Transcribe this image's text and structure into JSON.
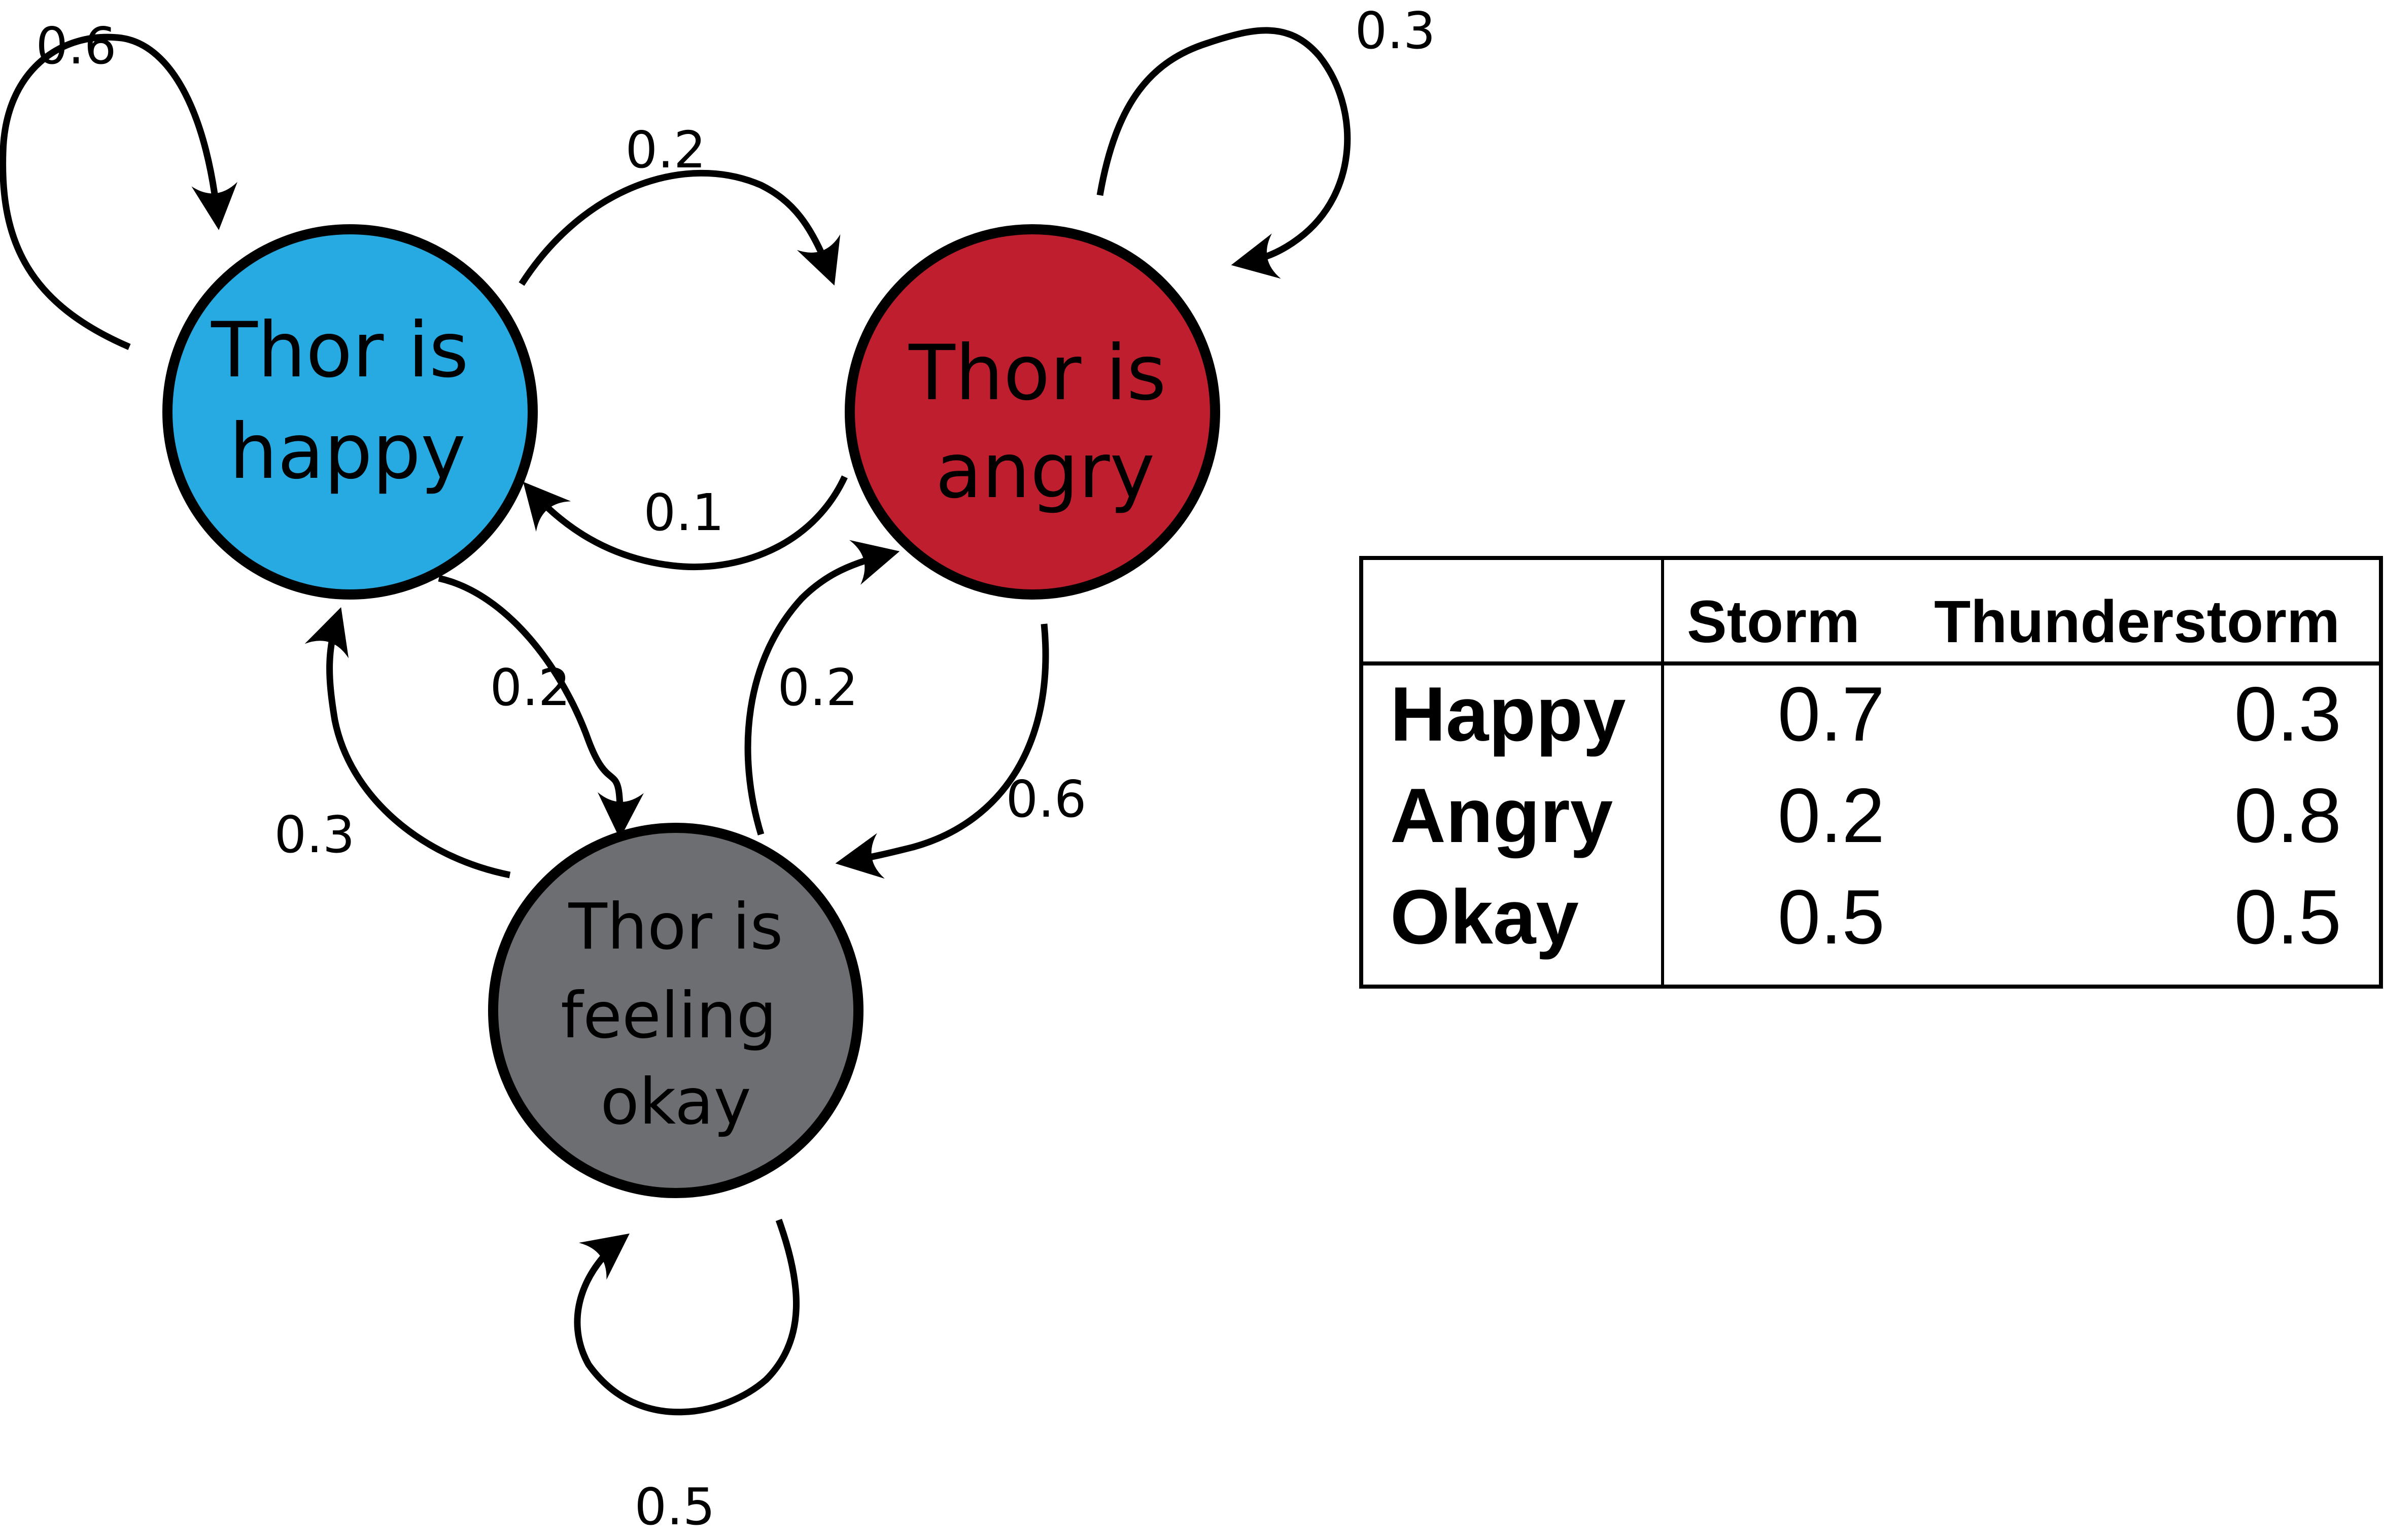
{
  "nodes": {
    "happy": {
      "line1": "Thor is",
      "line2": "happy",
      "color": "#27A9E1"
    },
    "angry": {
      "line1": "Thor is",
      "line2": "angry",
      "color": "#BE1E2D"
    },
    "okay": {
      "line1": "Thor is",
      "line2": "feeling",
      "line3": "okay",
      "color": "#6D6E71"
    }
  },
  "edges": {
    "happy_happy": "0.6",
    "happy_angry": "0.2",
    "angry_happy": "0.1",
    "angry_angry": "0.3",
    "happy_okay": "0.2",
    "okay_happy": "0.3",
    "okay_angry": "0.2",
    "angry_okay": "0.6",
    "okay_okay": "0.5"
  },
  "table": {
    "headers": [
      "",
      "Storm",
      "Thunderstorm"
    ],
    "rows": [
      {
        "label": "Happy",
        "storm": "0.7",
        "thunderstorm": "0.3"
      },
      {
        "label": "Angry",
        "storm": "0.2",
        "thunderstorm": "0.8"
      },
      {
        "label": "Okay",
        "storm": "0.5",
        "thunderstorm": "0.5"
      }
    ]
  }
}
